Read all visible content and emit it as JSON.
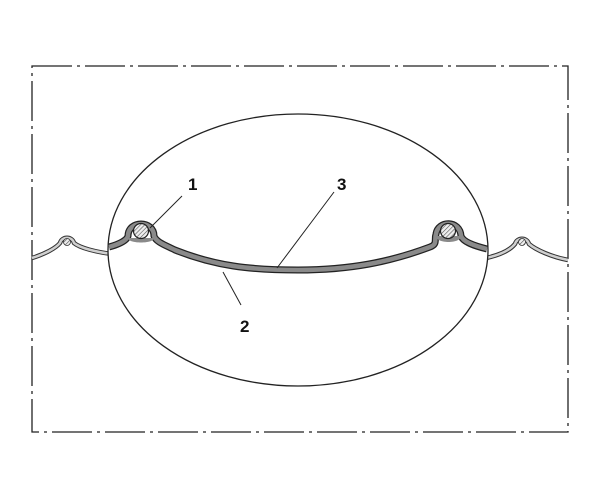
{
  "diagram": {
    "labels": {
      "one": "1",
      "two": "2",
      "three": "3"
    },
    "colors": {
      "line": "#222222",
      "strip_fill": "#8a8a8a",
      "outer_strip_fill": "#c4c4c4",
      "wire_fill": "#e6e6e6"
    }
  }
}
